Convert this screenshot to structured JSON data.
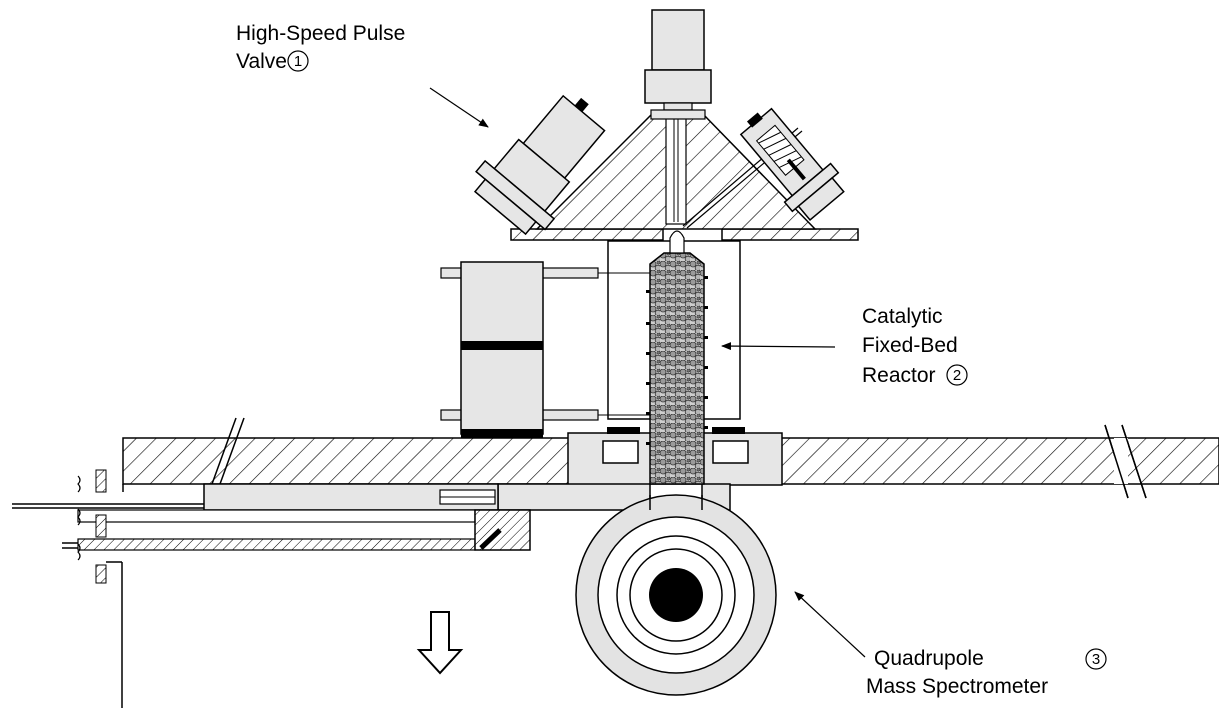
{
  "labels": {
    "valve_line1": "High-Speed Pulse",
    "valve_line2": "Valve",
    "valve_num": "1",
    "reactor_line1": "Catalytic",
    "reactor_line2": "Fixed-Bed",
    "reactor_line3": "Reactor",
    "reactor_num": "2",
    "ms_line1": "Quadrupole",
    "ms_line2": "Mass Spectrometer",
    "ms_num": "3"
  },
  "colors": {
    "line": "#000000",
    "fill_light": "#e6e6e6",
    "fill_mid": "#d9d9d9",
    "fill_white": "#ffffff",
    "solid": "#000000"
  }
}
